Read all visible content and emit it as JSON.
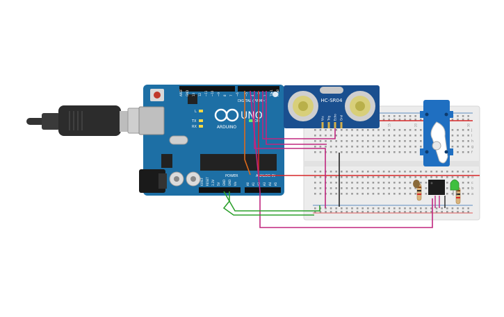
{
  "arduino": {
    "brand": "ARDUINO",
    "model": "UNO",
    "digital_label": "DIGITAL (PWM~)",
    "power_label": "POWER",
    "analog_label": "ANALOG IN",
    "on_label": "ON",
    "l_label": "L",
    "tx_label": "TX",
    "rx_label": "RX",
    "top_pins": [
      "AREF",
      "GND",
      "13",
      "12",
      "~11",
      "~10",
      "~9",
      "8",
      "7",
      "~6",
      "~5",
      "4",
      "~3",
      "2",
      "TX▸1",
      "RX◂0"
    ],
    "power_pins": [
      "IOREF",
      "RESET",
      "3.3V",
      "5V",
      "GND",
      "GND",
      "Vin"
    ],
    "analog_pins": [
      "A0",
      "A1",
      "A2",
      "A3",
      "A4",
      "A5"
    ]
  },
  "sensor": {
    "name": "HC-SR04",
    "pins": [
      "Vcc",
      "Trig",
      "Echo",
      "Gnd"
    ]
  },
  "breadboard": {
    "row_letters_top": [
      "j",
      "i",
      "h",
      "g",
      "f"
    ],
    "row_letters_bottom": [
      "e",
      "d",
      "c",
      "b",
      "a"
    ],
    "column_numbers": [
      "1",
      "5",
      "10",
      "15",
      "20",
      "25",
      "30"
    ]
  },
  "colors": {
    "board": "#1d6fa5",
    "breadboard": "#ececec",
    "wire_red": "#d62728",
    "wire_magenta": "#c0267f",
    "wire_green": "#2ca02c",
    "wire_orange": "#e06a1a",
    "wire_black": "#222222",
    "servo": "#1f6fc1",
    "led_green": "#3fbf3f"
  }
}
